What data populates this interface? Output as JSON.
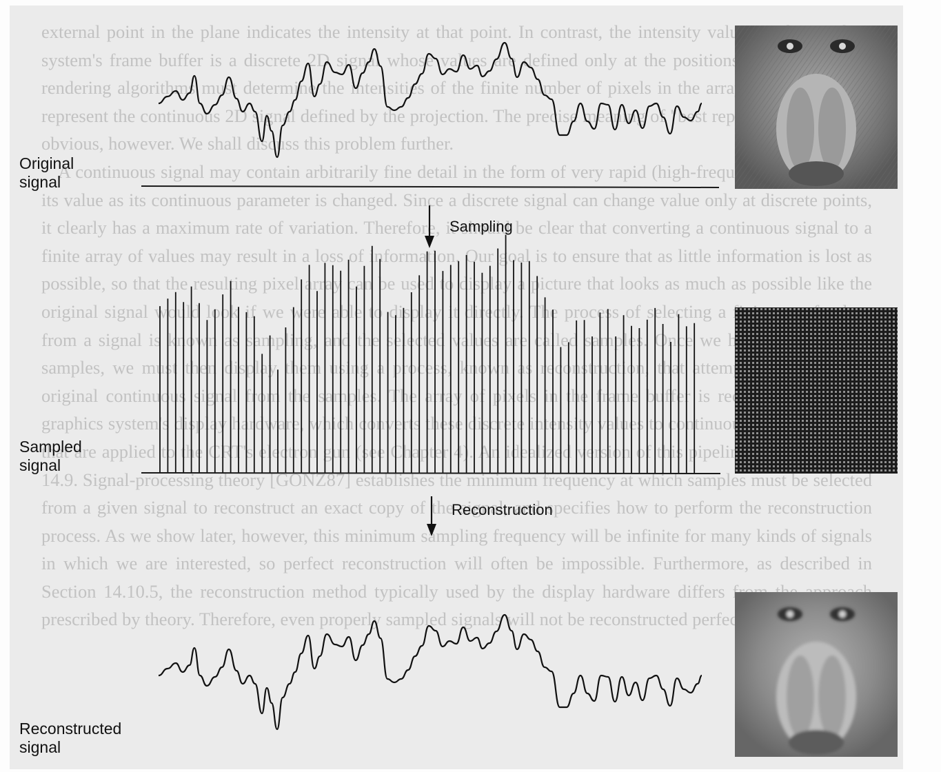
{
  "labels": {
    "original": [
      "Original",
      "signal"
    ],
    "sampled": [
      "Sampled",
      "signal"
    ],
    "reconstructed": [
      "Reconstructed",
      "signal"
    ]
  },
  "steps": {
    "sampling": "Sampling",
    "reconstruction": "Reconstruction"
  },
  "background_text": [
    "external point in the plane indicates the intensity at that point. In contrast, the intensity values in the graphics system's frame buffer is a discrete 2D signal whose values are defined only at the positions in the array. Our rendering algorithms must determine the intensities of the finite number of pixels in the array so that they best represent the continuous 2D signal defined by the projection. The precise meaning of \"best represent\" is not at all obvious, however. We shall discuss this problem further.",
    "A continuous signal may contain arbitrarily fine detail in the form of very rapid (high-frequency) variations in its value as its continuous parameter is changed. Since a discrete signal can change value only at discrete points, it clearly has a maximum rate of variation. Therefore, it should be clear that converting a continuous signal to a finite array of values may result in a loss of information. Our goal is to ensure that as little information is lost as possible, so that the resulting pixel array can be used to display a picture that looks as much as possible like the original signal would look if we were able to display it directly. The process of selecting a finite set of values from a signal is known as sampling, and the selected values are called samples. Once we have selected these samples, we must then display them using a process, known as reconstruction, that attempts to recreate the original continuous signal from the samples. The array of pixels in the frame buffer is reconstructed by the graphics system's display hardware, which converts these discrete intensity values to continuous, analog voltages that are applied to the CRT's electron gun (see Chapter 4). An idealized version of this pipeline is shown in Fig. 14.9. Signal-processing theory [GONZ87] establishes the minimum frequency at which samples must be selected from a given signal to reconstruct an exact copy of the signal, and specifies how to perform the reconstruction process. As we show later, however, this minimum sampling frequency will be infinite for many kinds of signals in which we are interested, so perfect reconstruction will often be impossible. Furthermore, as described in Section 14.10.5, the reconstruction method typically used by the display hardware differs from the approach prescribed by theory. Therefore, even properly sampled signals will not be reconstructed perfectly."
  ],
  "colors": {
    "ink": "#111111",
    "bleed": "#c2c2c2",
    "paper": "#ebebeb"
  }
}
